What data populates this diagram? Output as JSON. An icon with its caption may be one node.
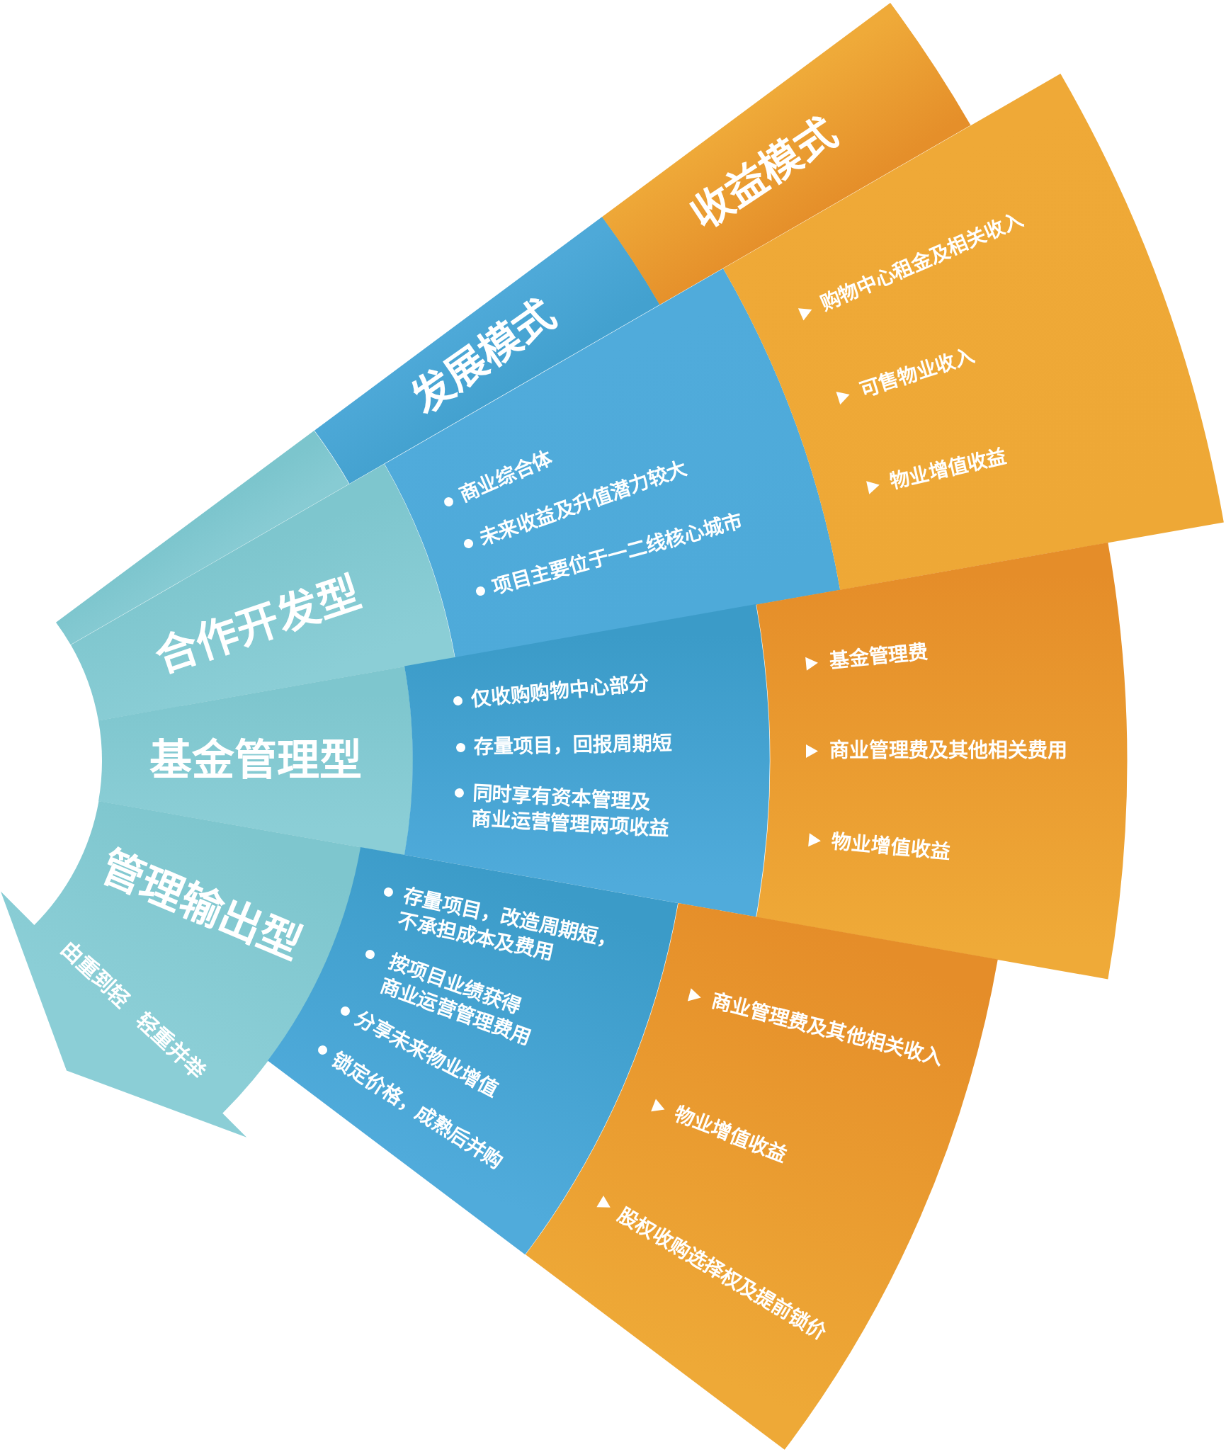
{
  "diagram": {
    "nodes": [
      {
        "text": [],
        "shape": "band"
      },
      {
        "text": [
          "发展模式"
        ]
      },
      {
        "text": [
          "收益模式"
        ]
      },
      {
        "text": [
          "合作开发型"
        ]
      },
      {
        "text": [
          "商业综合体",
          "未来收益及升值潜力较大",
          "项目主要位于一二线核心城市"
        ]
      },
      {
        "text": [
          "购物中心租金及相关收入",
          "可售物业收入",
          "物业增值收益"
        ]
      },
      {
        "text": [
          "基金管理型"
        ]
      },
      {
        "text": [
          "仅收购购物中心部分",
          "存量项目，回报周期短",
          "同时享有资本管理及商业运营管理两项收益"
        ]
      },
      {
        "text": [
          "基金管理费",
          "商业管理费及其他相关费用",
          "物业增值收益"
        ]
      },
      {
        "text": [
          "管理输出型",
          "由重到轻 轻重并举"
        ]
      },
      {
        "text": [
          "存量项目，改造周期短，不承担成本及费用",
          "按项目业绩获得商业运营管理费用",
          "分享未来物业增值",
          "锁定价格，成熟后并购"
        ]
      },
      {
        "text": [
          "商业管理费及其他相关收入",
          "物业增值收益",
          "股权收购选择权及提前锁价"
        ]
      }
    ]
  }
}
